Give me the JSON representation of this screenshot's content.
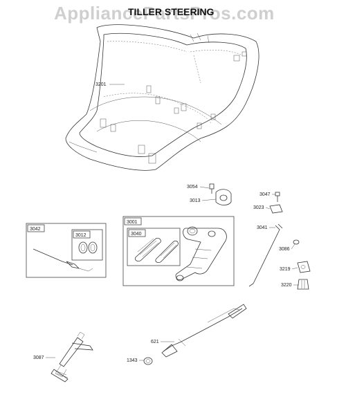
{
  "title": "TILLER STEERING",
  "watermark": "AppliancePartsPros.com",
  "parts": {
    "p3201": "3201",
    "p3054": "3054",
    "p3013": "3013",
    "p3047": "3047",
    "p3023": "3023",
    "p3042": "3042",
    "p3012": "3012",
    "p3001": "3001",
    "p3040": "3040",
    "p3041": "3041",
    "p3086": "3086",
    "p3219": "3219",
    "p3220": "3220",
    "p621": "621",
    "p3087": "3087",
    "p1343": "1343"
  }
}
